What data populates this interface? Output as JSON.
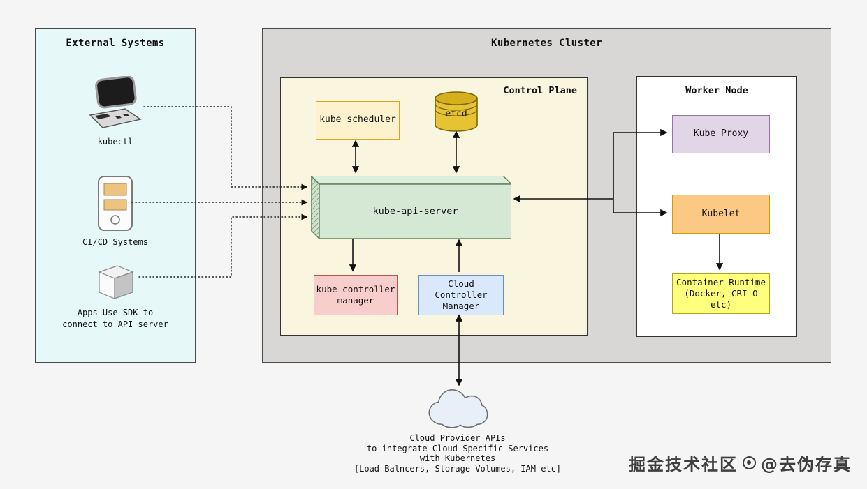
{
  "external_systems": {
    "title": "External Systems",
    "items": [
      {
        "icon": "laptop-icon",
        "label": "kubectl"
      },
      {
        "icon": "mobile-device-icon",
        "label": "CI/CD Systems"
      },
      {
        "icon": "cube-icon",
        "label": "Apps Use SDK to\nconnect to API server"
      }
    ]
  },
  "cluster": {
    "title": "Kubernetes Cluster",
    "control_plane": {
      "title": "Control Plane",
      "kube_scheduler": "kube scheduler",
      "etcd": "etcd",
      "kube_api_server": "kube-api-server",
      "kube_controller_manager": "kube controller\nmanager",
      "cloud_controller_manager": "Cloud Controller\nManager"
    },
    "worker_node": {
      "title": "Worker Node",
      "kube_proxy": "Kube Proxy",
      "kubelet": "Kubelet",
      "container_runtime": "Container Runtime\n(Docker, CRI-O etc)"
    }
  },
  "cloud_provider": {
    "icon": "cloud-icon",
    "caption": "Cloud Provider APIs\nto integrate Cloud Specific Services\nwith Kubernetes\n[Load Balncers, Storage Volumes, IAM etc]"
  },
  "watermark": {
    "left": "掘金技术社区",
    "right": "@去伪存真"
  },
  "colors": {
    "page_bg": "#f5f5f6",
    "external_bg": "#e7f8f8",
    "cluster_bg": "#d9d6d6",
    "control_plane_bg": "#f9f5df",
    "worker_bg": "#ffffff",
    "scheduler_fill": "#fdf2cd",
    "scheduler_stroke": "#d6a820",
    "etcd_fill": "#e5c332",
    "api_server_fill": "#d5e8d4",
    "api_server_stroke": "#5f7d58",
    "controller_fill": "#f8cecc",
    "controller_stroke": "#b85450",
    "cloud_controller_fill": "#dae8fc",
    "cloud_controller_stroke": "#6c8ebf",
    "kube_proxy_fill": "#e1d5e7",
    "kube_proxy_stroke": "#9673a6",
    "kubelet_fill": "#fbc984",
    "kubelet_stroke": "#d79b00",
    "runtime_fill": "#feff7d",
    "runtime_stroke": "#a8a820",
    "arrow": "#111111"
  }
}
